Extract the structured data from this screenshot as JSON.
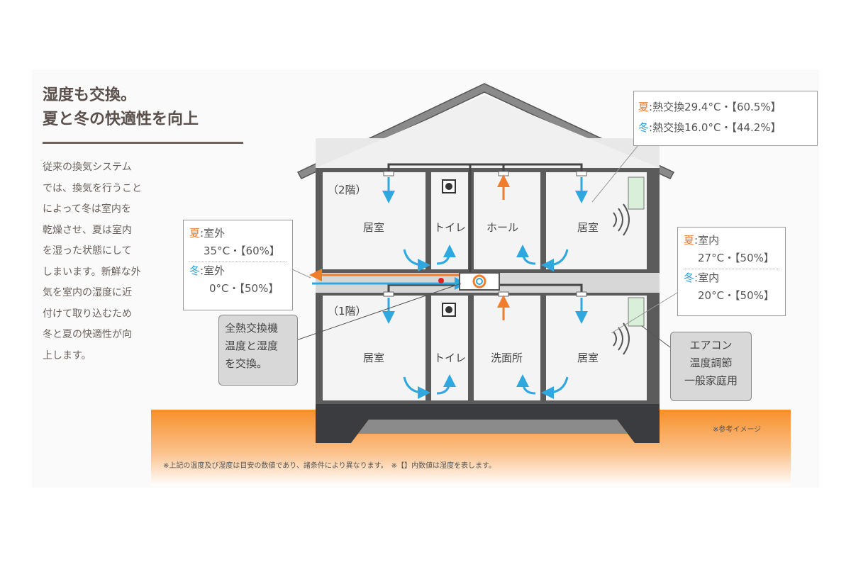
{
  "heading": {
    "line1": "湿度も交換。",
    "line2": "夏と冬の快適性を向上"
  },
  "body_lines": [
    "従来の換気システム",
    "では、換気を行うこと",
    "によって冬は室内を",
    "乾燥させ、夏は室内",
    "を湿った状態にして",
    "しまいます。新鮮な外",
    "気を室内の湿度に近",
    "付けて取り込むため",
    "冬と夏の快適性が向",
    "上します。"
  ],
  "floors": {
    "second": "（2階）",
    "first": "（1階）"
  },
  "rooms_2f": [
    "居室",
    "トイレ",
    "ホール",
    "居室"
  ],
  "rooms_1f": [
    "居室",
    "トイレ",
    "洗面所",
    "居室"
  ],
  "callout_exchange": {
    "summer_label": "夏",
    "summer_text": ":熱交換29.4°C・【60.5%】",
    "winter_label": "冬",
    "winter_text": ":熱交換16.0°C・【44.2%】"
  },
  "callout_outdoor": {
    "summer_label": "夏",
    "summer_line1": ":室外",
    "summer_line2": "35°C・【60%】",
    "winter_label": "冬",
    "winter_line1": ":室外",
    "winter_line2": "0°C・【50%】"
  },
  "callout_indoor": {
    "summer_label": "夏",
    "summer_line1": ":室内",
    "summer_line2": "27°C・【50%】",
    "winter_label": "冬",
    "winter_line1": ":室内",
    "winter_line2": "20°C・【50%】"
  },
  "exchanger_label": [
    "全熱交換機",
    "温度と湿度",
    "を交換。"
  ],
  "aircon_label": [
    "エアコン",
    "温度調節",
    "一般家庭用"
  ],
  "reference_note": "※参考イメージ",
  "footnote": "※上記の温度及び湿度は目安の数値であり、諸条件により異なります。　※【】内数値は湿度を表します。",
  "colors": {
    "summer": "#f07d2e",
    "winter": "#2f9fdc",
    "wall": "#5b5b5b"
  }
}
